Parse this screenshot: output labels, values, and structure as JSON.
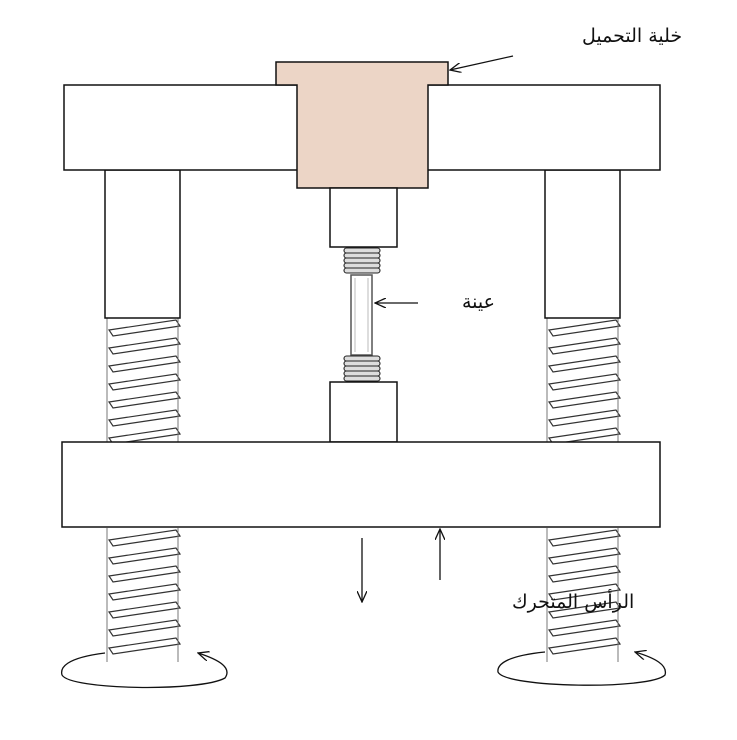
{
  "diagram": {
    "labels": {
      "load_cell": "خلية التحميل",
      "specimen": "عينة",
      "moving_crosshead": "الرأس المتحرك"
    },
    "colors": {
      "load_cell_fill": "#ecd5c6",
      "stroke": "#111111",
      "background": "#ffffff"
    }
  }
}
